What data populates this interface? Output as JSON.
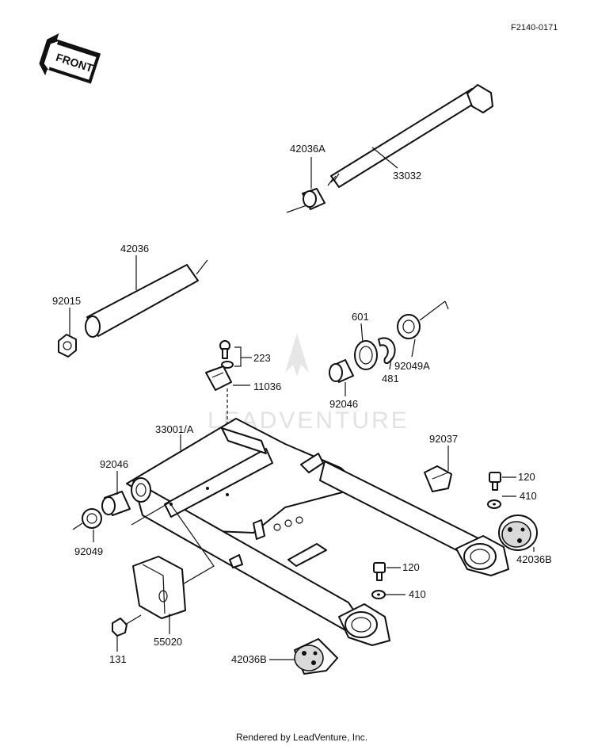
{
  "diagram_id": "F2140-0171",
  "front_label": "FRONT",
  "watermark": "LEADVENTURE",
  "footer": "Rendered by LeadVenture, Inc.",
  "parts": {
    "p42036A": "42036A",
    "p33032": "33032",
    "p42036": "42036",
    "p92015": "92015",
    "p601": "601",
    "p92049A": "92049A",
    "p481": "481",
    "p223": "223",
    "p11036": "11036",
    "p92046_top": "92046",
    "p33001A": "33001/A",
    "p92037": "92037",
    "p92046_left": "92046",
    "p120_top": "120",
    "p410_top": "410",
    "p92049": "92049",
    "p42036B_right": "42036B",
    "p120_mid": "120",
    "p410_mid": "410",
    "p55020": "55020",
    "p131": "131",
    "p42036B_bottom": "42036B"
  }
}
